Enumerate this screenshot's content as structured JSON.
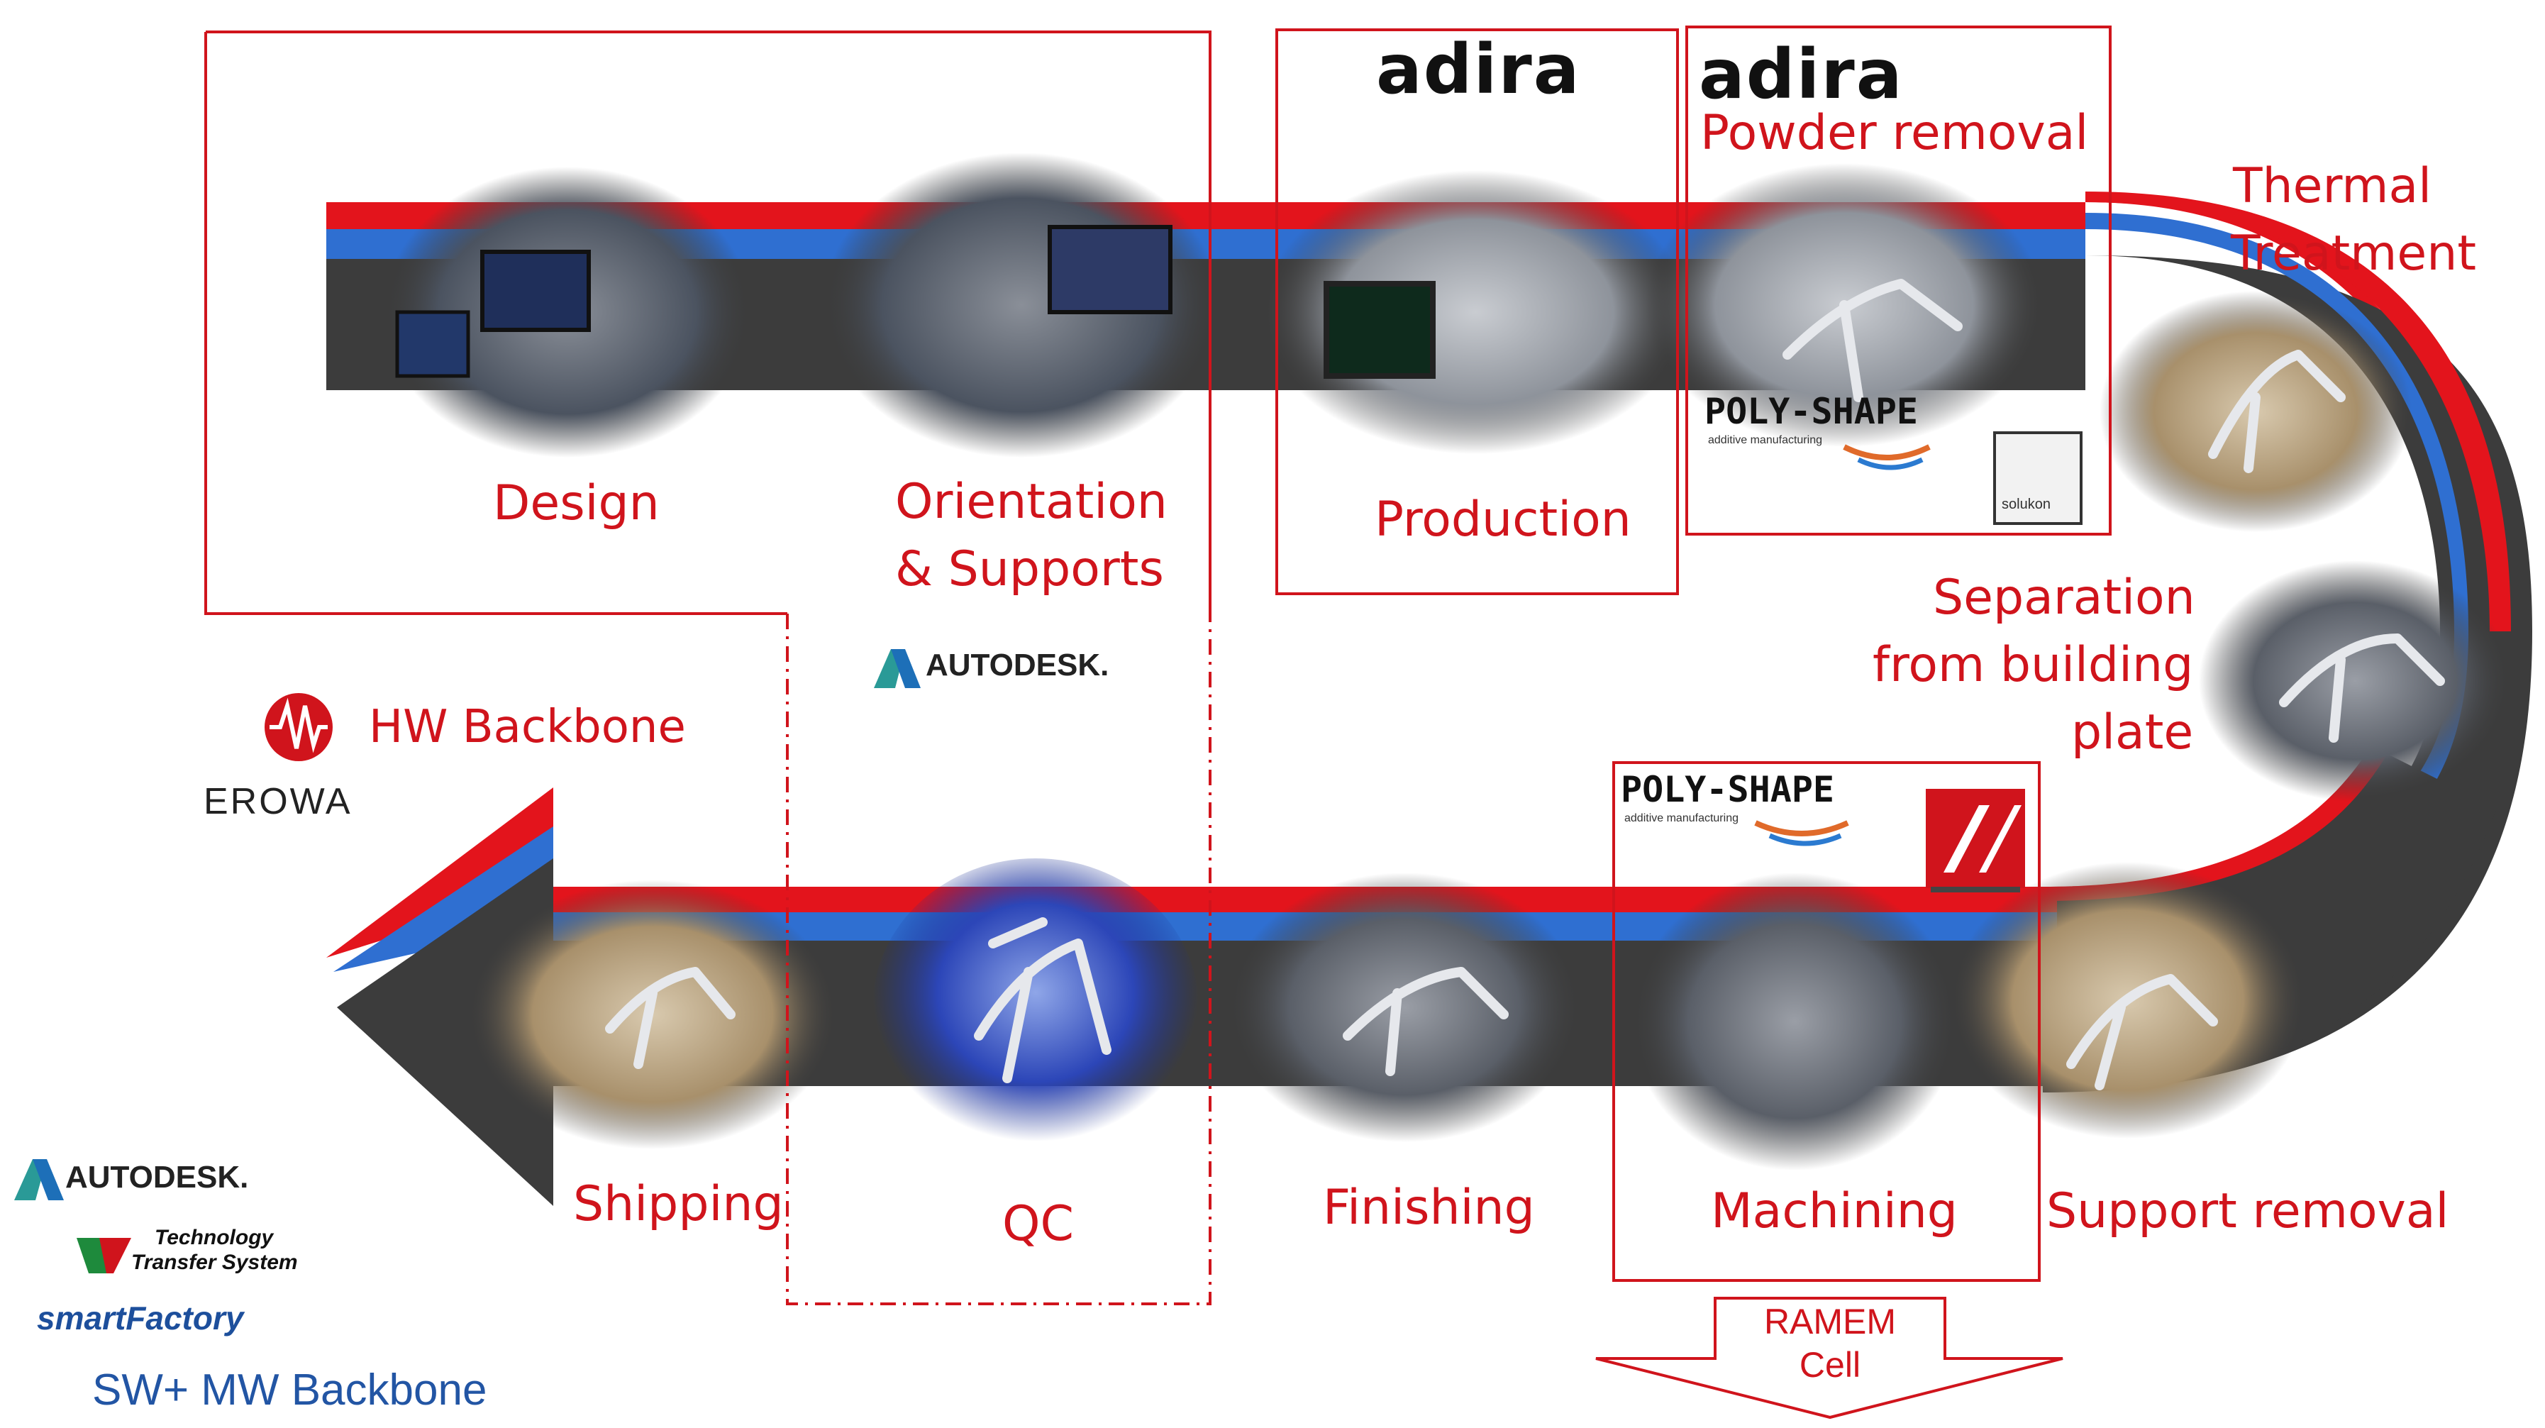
{
  "steps": {
    "design": "Design",
    "orientation_1": "Orientation",
    "orientation_2": "& Supports",
    "production": "Production",
    "powder_removal": "Powder removal",
    "thermal_1": "Thermal",
    "thermal_2": "Treatment",
    "separation_1": "Separation",
    "separation_2": "from building",
    "separation_3": "plate",
    "support_removal": "Support removal",
    "machining": "Machining",
    "finishing": "Finishing",
    "qc": "QC",
    "shipping": "Shipping"
  },
  "logos": {
    "adira": "adira",
    "autodesk": "AUTODESK.",
    "polyshape": "POLY-SHAPE",
    "polyshape_tagline": "additive manufacturing",
    "solukon": "solukon",
    "haas": "HAAS",
    "erowa": "EROWA",
    "tts_line1": "Technology",
    "tts_line2": "Transfer System",
    "smartfactory": "smartFactory"
  },
  "backbones": {
    "hw": "HW Backbone",
    "sw": "SW+ MW Backbone"
  },
  "ramem": {
    "line1": "RAMEM",
    "line2": "Cell"
  },
  "colors": {
    "accent_red": "#d0141c",
    "accent_blue": "#2a6fce",
    "track_dark": "#3c3c3c",
    "sw_blue": "#2255a4"
  },
  "icons": {
    "hw_backbone": "sine-wave-icon",
    "autodesk": "autodesk-a-icon",
    "haas": "haas-logo-icon",
    "tts": "tts-logo-icon"
  }
}
